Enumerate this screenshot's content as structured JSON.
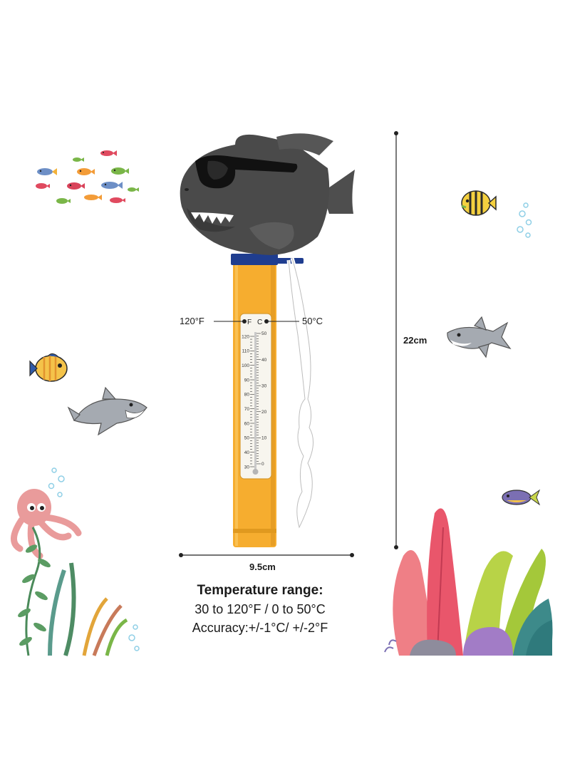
{
  "product": {
    "measure_labels": {
      "fahrenheit_max": "120°F",
      "celsius_max": "50°C",
      "height": "22cm",
      "width": "9.5cm"
    },
    "scale": {
      "fahrenheit_unit": "F",
      "celsius_unit": "C",
      "fahrenheit_ticks": [
        "120",
        "110",
        "100",
        "90",
        "80",
        "70",
        "60",
        "50",
        "40",
        "30"
      ],
      "celsius_ticks": [
        "50",
        "40",
        "30",
        "20",
        "10",
        "0"
      ]
    },
    "specs": {
      "title": "Temperature range:",
      "range": "30 to 120°F / 0 to 50°C",
      "accuracy": "Accuracy:+/-1°C/ +/-2°F"
    }
  },
  "colors": {
    "tube": "#f6ad2f",
    "shark_head": "#4a4a4a",
    "cap": "#1f3d8f",
    "background": "#ffffff"
  },
  "decorations": [
    "fish-school-icon",
    "yellow-fish-icon",
    "cartoon-shark-icon",
    "octopus-icon",
    "seaweed-icon",
    "coral-icon",
    "bubbles-icon"
  ]
}
